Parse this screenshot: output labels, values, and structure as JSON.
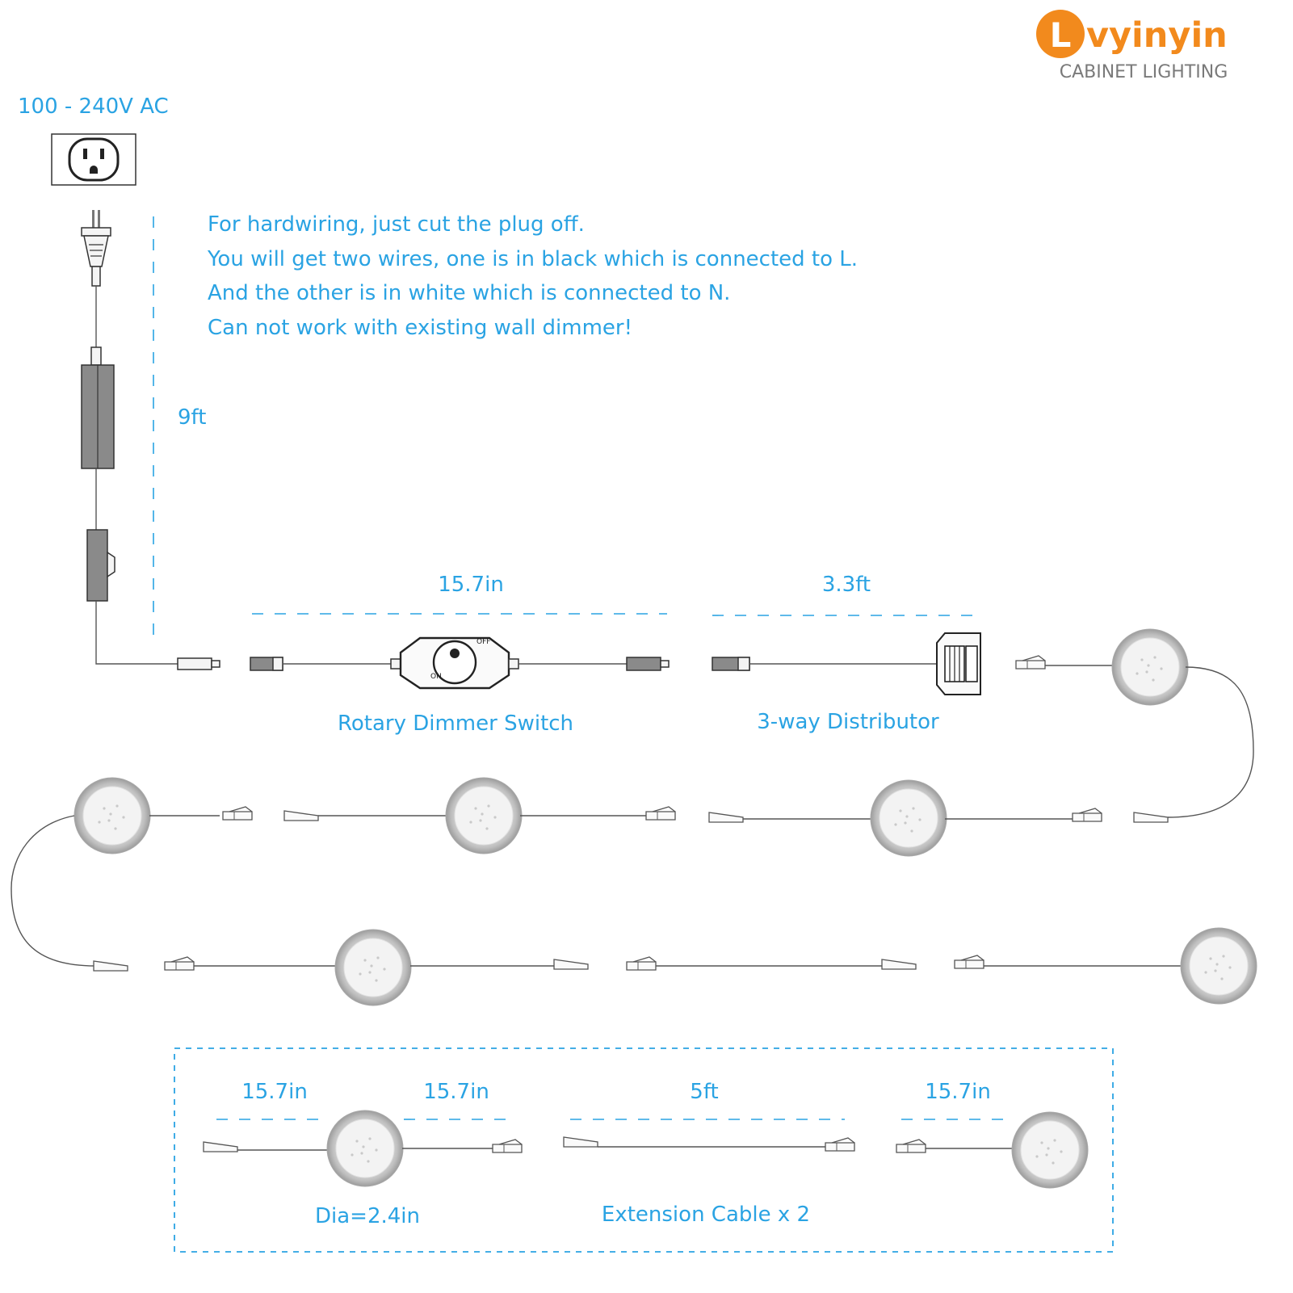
{
  "brand": {
    "letter": "L",
    "name": "vyinyin",
    "tagline": "CABINET LIGHTING",
    "accent": "#f28a1d"
  },
  "label_color": "#2aa3e3",
  "power": {
    "voltage": "100 - 240V AC",
    "cord_length": "9ft"
  },
  "notes": [
    "For hardwiring, just cut the plug off.",
    "You will get two wires, one is in black which is connected to L.",
    "And the other is in white which is connected to N.",
    "Can not work with existing wall dimmer!"
  ],
  "dimmer": {
    "length": "15.7in",
    "name": "Rotary Dimmer Switch",
    "off_mark": "OFF",
    "on_mark": "ON"
  },
  "distributor": {
    "length": "3.3ft",
    "name": "3-way Distributor"
  },
  "legend": {
    "light_lead_left": "15.7in",
    "light_lead_right": "15.7in",
    "diameter": "Dia=2.4in",
    "extension_length": "5ft",
    "extension_name": "Extension Cable x 2",
    "end_light_lead": "15.7in"
  },
  "icons": {
    "outlet": "wall-outlet-icon",
    "plug": "plug-icon",
    "adapter": "power-adapter-icon",
    "rocker": "rocker-switch-icon",
    "puck": "puck-light-icon"
  }
}
